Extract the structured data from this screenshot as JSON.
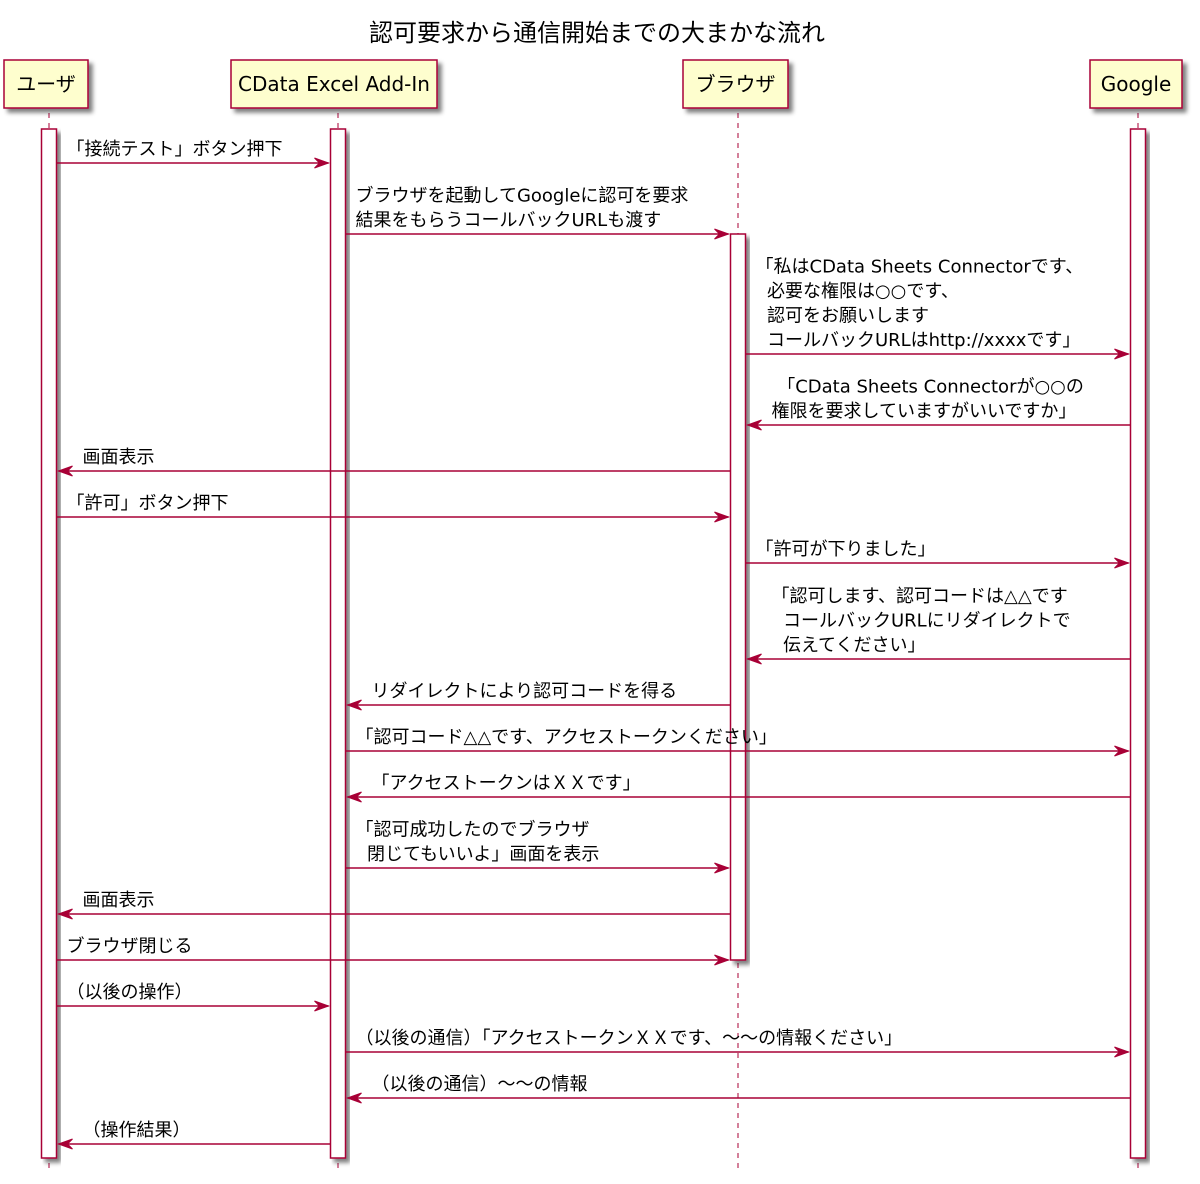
{
  "title": "認可要求から通信開始までの大まかな流れ",
  "colors": {
    "line": "#A80036",
    "box_fill": "#FEFECE",
    "shadow": "#888888"
  },
  "participants": [
    {
      "id": "user",
      "label": "ユーザ"
    },
    {
      "id": "addin",
      "label": "CData Excel Add-In"
    },
    {
      "id": "browser",
      "label": "ブラウザ"
    },
    {
      "id": "google",
      "label": "Google"
    }
  ],
  "messages": [
    {
      "from": "user",
      "to": "addin",
      "lines": [
        "「接続テスト」ボタン押下"
      ]
    },
    {
      "from": "addin",
      "to": "browser",
      "lines": [
        "ブラウザを起動してGoogleに認可を要求",
        "結果をもらうコールバックURLも渡す"
      ]
    },
    {
      "from": "browser",
      "to": "google",
      "lines": [
        "「私はCData Sheets Connectorです、",
        "  必要な権限は○○です、",
        "  認可をお願いします",
        "  コールバックURLはhttp://xxxxです」"
      ]
    },
    {
      "from": "google",
      "to": "browser",
      "lines": [
        " 「CData Sheets Connectorが○○の",
        "権限を要求していますがいいですか」"
      ]
    },
    {
      "from": "browser",
      "to": "user",
      "lines": [
        "画面表示"
      ]
    },
    {
      "from": "user",
      "to": "browser",
      "lines": [
        "「許可」ボタン押下"
      ]
    },
    {
      "from": "browser",
      "to": "google",
      "lines": [
        "「許可が下りました」"
      ]
    },
    {
      "from": "google",
      "to": "browser",
      "lines": [
        "「認可します、認可コードは△△です",
        "  コールバックURLにリダイレクトで",
        "  伝えてください」"
      ]
    },
    {
      "from": "browser",
      "to": "addin",
      "lines": [
        "リダイレクトにより認可コードを得る"
      ]
    },
    {
      "from": "addin",
      "to": "google",
      "lines": [
        "「認可コード△△です、アクセストークンください」"
      ]
    },
    {
      "from": "google",
      "to": "addin",
      "lines": [
        "「アクセストークンはＸＸです」"
      ]
    },
    {
      "from": "addin",
      "to": "browser",
      "lines": [
        "「認可成功したのでブラウザ",
        "  閉じてもいいよ」画面を表示"
      ]
    },
    {
      "from": "browser",
      "to": "user",
      "lines": [
        "画面表示"
      ]
    },
    {
      "from": "user",
      "to": "browser",
      "lines": [
        "ブラウザ閉じる"
      ]
    },
    {
      "from": "user",
      "to": "addin",
      "lines": [
        "（以後の操作）"
      ]
    },
    {
      "from": "addin",
      "to": "google",
      "lines": [
        "（以後の通信）「アクセストークンＸＸです、～～の情報ください」"
      ]
    },
    {
      "from": "google",
      "to": "addin",
      "lines": [
        "（以後の通信）～～の情報"
      ]
    },
    {
      "from": "addin",
      "to": "user",
      "lines": [
        "（操作結果）"
      ]
    }
  ]
}
